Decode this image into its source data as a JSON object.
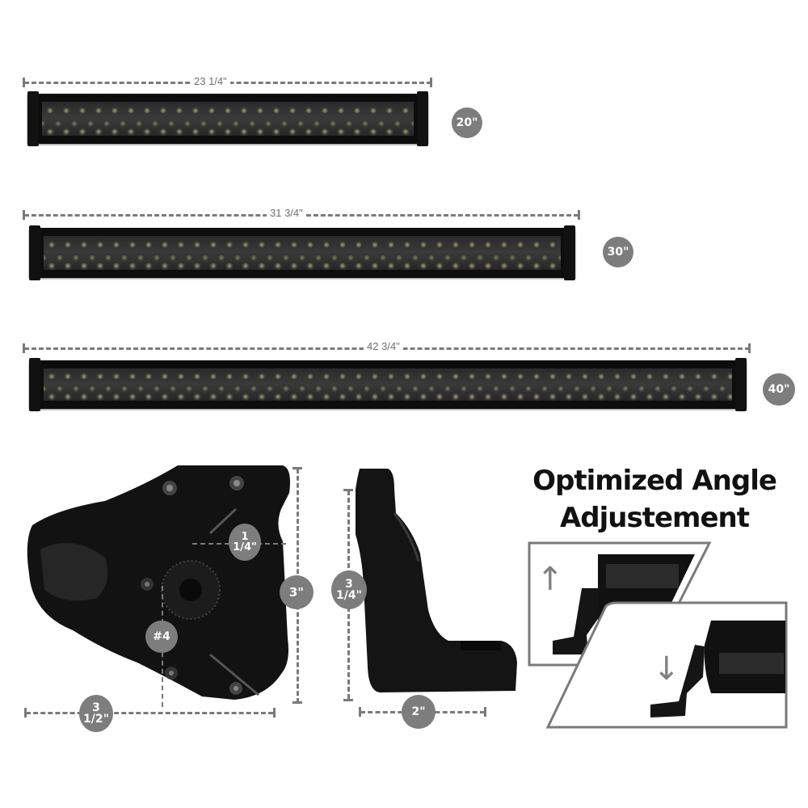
{
  "light_bars": [
    {
      "size": "20\"",
      "length": "23 1/4\""
    },
    {
      "size": "30\"",
      "length": "31 3/4\""
    },
    {
      "size": "40\"",
      "length": "42 3/4\""
    }
  ],
  "mount_bracket_front": {
    "width": "3 1/2\"",
    "height": "3\"",
    "bolt_spacing_line1": "1",
    "bolt_spacing_line2": "1/4\"",
    "screw_size": "#4",
    "width_line1": "3",
    "width_line2": "1/2\""
  },
  "mount_bracket_side": {
    "height_line1": "3",
    "height_line2": "1/4\"",
    "depth": "2\""
  },
  "angle_adjustment": {
    "title_line1": "Optimized Angle",
    "title_line2": "Adjustement",
    "up_arrow": "↑",
    "down_arrow": "↓"
  },
  "colors": {
    "dimension_gray": "#7a7a7a",
    "badge_gray": "#7d7d7d",
    "product_black": "#0d0d0d",
    "title_black": "#111111"
  }
}
